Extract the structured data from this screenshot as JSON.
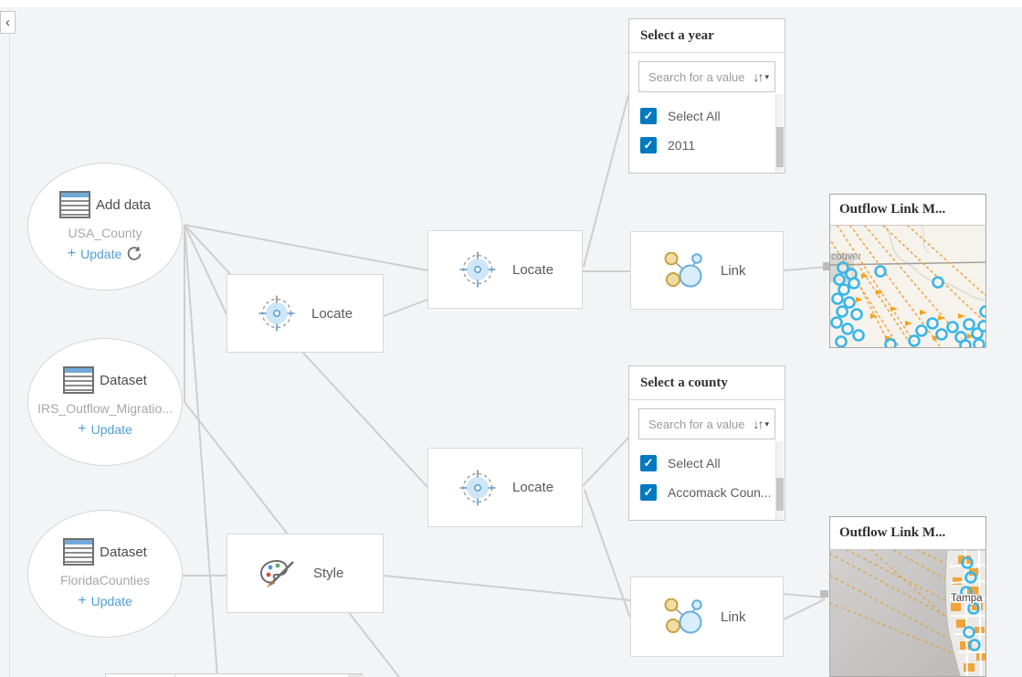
{
  "icons": {
    "chevron_left": "‹",
    "plus": "+",
    "check": "✓",
    "sort_arrows": "↓↑",
    "caret_down": "▾"
  },
  "circles": [
    {
      "label": "Add data",
      "dataset": "USA_County",
      "action": "Update",
      "has_refresh": true
    },
    {
      "label": "Dataset",
      "dataset": "IRS_Outflow_Migratio...",
      "action": "Update",
      "has_refresh": false
    },
    {
      "label": "Dataset",
      "dataset": "FloridaCounties",
      "action": "Update",
      "has_refresh": false
    }
  ],
  "tools": [
    {
      "label": "Locate"
    },
    {
      "label": "Locate"
    },
    {
      "label": "Locate"
    },
    {
      "label": "Style"
    },
    {
      "label": "Link"
    },
    {
      "label": "Link"
    }
  ],
  "filter_cards": [
    {
      "title": "Select a year",
      "search_placeholder": "Search for a value",
      "options": [
        {
          "label": "Select All",
          "checked": true
        },
        {
          "label": "2011",
          "checked": true
        }
      ]
    },
    {
      "title": "Select a county",
      "search_placeholder": "Search for a value",
      "options": [
        {
          "label": "Select All",
          "checked": true
        },
        {
          "label": "Accomack Coun...",
          "checked": true
        }
      ]
    }
  ],
  "map_cards": [
    {
      "title": "Outflow Link M...",
      "place_label": "couver"
    },
    {
      "title": "Outflow Link M...",
      "place_label": "Tampa"
    }
  ],
  "colors": {
    "accent_blue": "#0079c1",
    "link_blue": "#4f9fd8",
    "edge_gray": "#cecece",
    "map_orange": "#f0a23c",
    "map_cyan": "#38b6e8"
  }
}
